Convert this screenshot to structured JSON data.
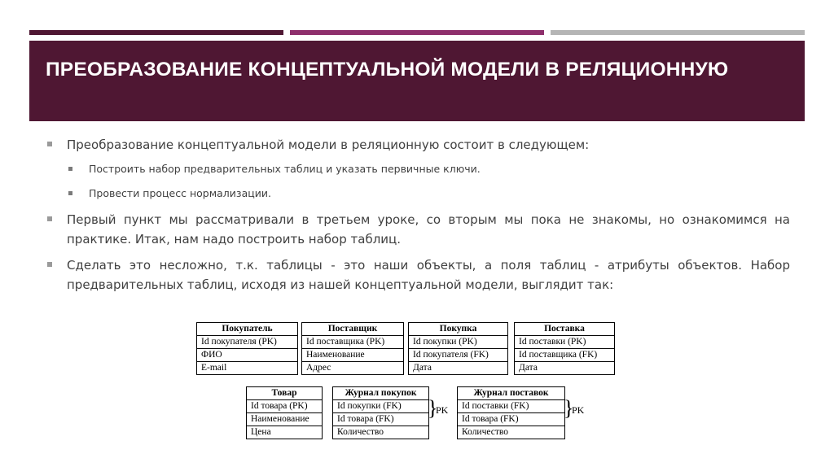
{
  "colors": {
    "bar1": "#4f1733",
    "bar2": "#8e2f6c",
    "bar3": "#b5b5b5",
    "title_band": "#4f1733"
  },
  "title": "ПРЕОБРАЗОВАНИЕ КОНЦЕПТУАЛЬНОЙ МОДЕЛИ В РЕЛЯЦИОННУЮ",
  "bullets": {
    "b1": "Преобразование концептуальной модели в реляционную состоит в следующем:",
    "b1_sub1": "Построить набор предварительных таблиц и указать первичные ключи.",
    "b1_sub2": "Провести процесс нормализации.",
    "b2": "Первый пункт мы рассматривали в третьем уроке, со вторым мы пока не знакомы, но ознакомимся на практике. Итак, нам надо построить набор таблиц.",
    "b3": "Сделать это несложно, т.к. таблицы - это наши объекты, а поля таблиц - атрибуты объектов. Набор предварительных таблиц, исходя из нашей концептуальной модели, выглядит так:"
  },
  "tables": {
    "buyer": {
      "name": "Покупатель",
      "fields": [
        "Id покупателя (PK)",
        "ФИО",
        "E-mail"
      ]
    },
    "supplier": {
      "name": "Поставщик",
      "fields": [
        "Id поставщика (PK)",
        "Наименование",
        "Адрес"
      ]
    },
    "purchase": {
      "name": "Покупка",
      "fields": [
        "Id покупки (PK)",
        "Id покупателя (FK)",
        "Дата"
      ]
    },
    "delivery": {
      "name": "Поставка",
      "fields": [
        "Id поставки (PK)",
        "Id поставщика (FK)",
        "Дата"
      ]
    },
    "product": {
      "name": "Товар",
      "fields": [
        "Id товара (PK)",
        "Наименование",
        "Цена"
      ]
    },
    "purchase_log": {
      "name": "Журнал покупок",
      "fields": [
        "Id покупки (FK)",
        "Id товара (FK)",
        "Количество"
      ]
    },
    "delivery_log": {
      "name": "Журнал поставок",
      "fields": [
        "Id поставки (FK)",
        "Id товара (FK)",
        "Количество"
      ]
    }
  },
  "pk_label": "PK"
}
